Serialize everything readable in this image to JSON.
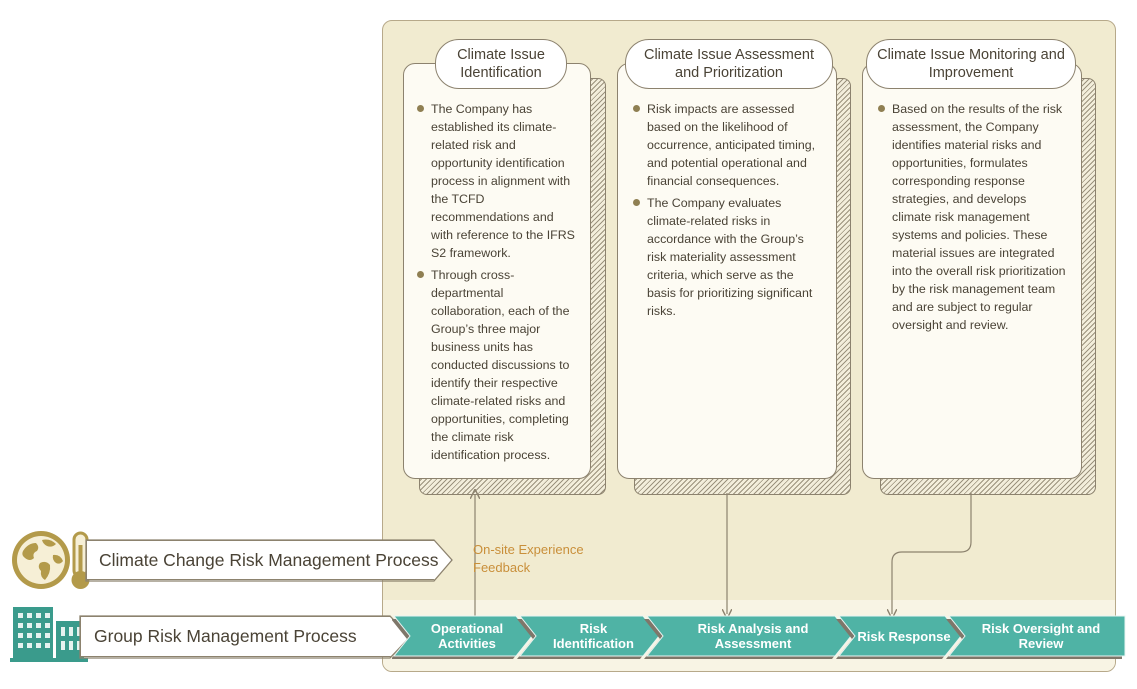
{
  "stages": [
    {
      "title": "Climate Issue Identification",
      "bullets": [
        "The Company has established its climate-related risk and opportunity identification process in alignment with the TCFD recommendations and with reference to the IFRS S2 framework.",
        "Through cross-departmental collaboration, each of the Group’s three major business units has conducted discussions to identify their respective climate-related risks and opportunities, completing the climate risk identification process."
      ]
    },
    {
      "title": "Climate Issue Assessment and Prioritization",
      "bullets": [
        "Risk impacts are assessed based on the likelihood of occurrence, anticipated timing, and potential operational and financial consequences.",
        "The Company evaluates climate-related risks in accordance with the Group’s risk materiality assessment criteria, which serve as the basis for prioritizing significant risks."
      ]
    },
    {
      "title": "Climate Issue Monitoring and Improvement",
      "bullets": [
        "Based on the results of the risk assessment, the Company identifies material risks and opportunities, formulates corresponding response strategies, and develops climate risk management systems and policies. These material issues are integrated into the overall risk prioritization by the risk management team and are subject to regular oversight and review."
      ]
    }
  ],
  "climate_process_label": "Climate Change Risk Management Process",
  "group_process_label": "Group Risk Management Process",
  "feedback_label": "On-site Experience Feedback",
  "group_steps": [
    "Operational Activities",
    "Risk Identification",
    "Risk Analysis and Assessment",
    "Risk Response",
    "Risk Oversight and Review"
  ],
  "colors": {
    "panel": "#f1ebd0",
    "step_teal": "#4fb3a5",
    "icon_gold": "#b39a4a",
    "icon_teal": "#3a9b8c",
    "feedback_orange": "#c98f3a"
  },
  "icons": [
    "globe-thermometer-icon",
    "buildings-icon"
  ]
}
